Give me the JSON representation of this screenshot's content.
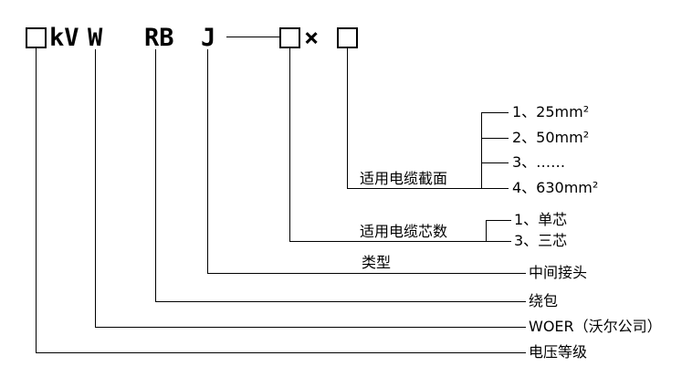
{
  "model_code": {
    "kv": "kV",
    "w": "W",
    "rb": "RB",
    "j": "J",
    "multiply": "×"
  },
  "captions": {
    "type": "类型",
    "cores": "适用电缆芯数",
    "section": "适用电缆截面"
  },
  "labels": {
    "joint": "中间接头",
    "wrap": "绕包",
    "woer": "WOER（沃尔公司）",
    "voltage": "电压等级"
  },
  "options": {
    "cores": [
      "1、单芯",
      "3、三芯"
    ],
    "section": [
      "1、25mm²",
      "2、50mm²",
      "3、……",
      "4、630mm²"
    ]
  }
}
